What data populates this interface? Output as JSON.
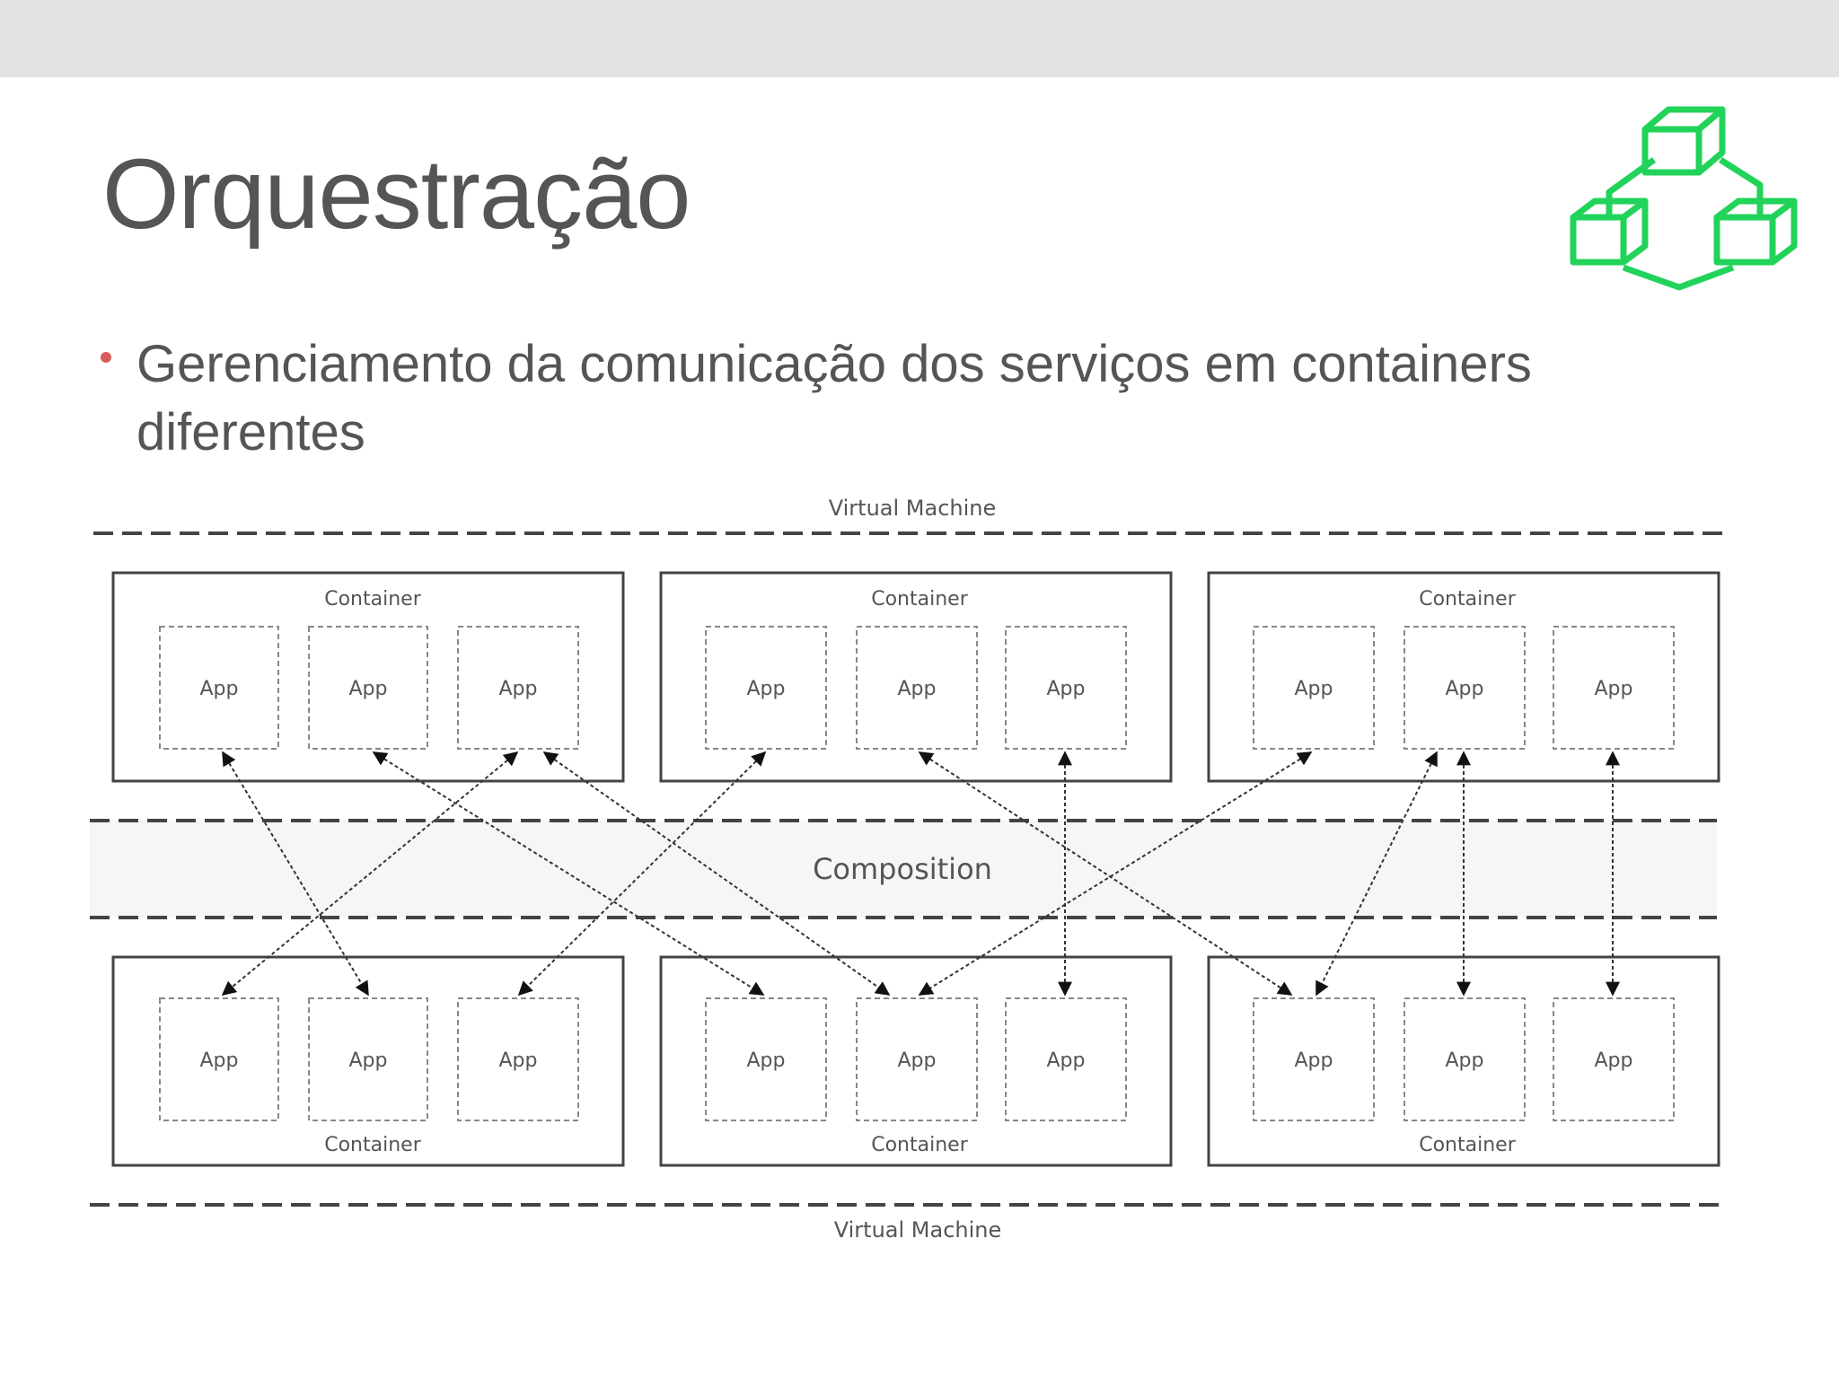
{
  "slide": {
    "title": "Orquestração",
    "bullet": "Gerenciamento da comunicação dos serviços em containers diferentes",
    "accent_color": "#d95a5a",
    "logo_color": "#22d35a",
    "logo_icon": "connected-cubes-icon"
  },
  "diagram": {
    "top_vm_label": "Virtual Machine",
    "bottom_vm_label": "Virtual Machine",
    "composition_label": "Composition",
    "container_label": "Container",
    "app_label": "App"
  }
}
